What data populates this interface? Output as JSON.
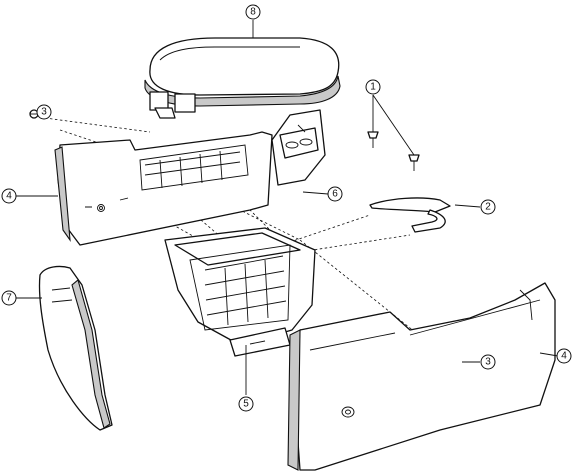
{
  "callouts": {
    "c1": "1",
    "c2": "2",
    "c3a": "3",
    "c3b": "3",
    "c4a": "4",
    "c4b": "4",
    "c5": "5",
    "c6": "6",
    "c7": "7",
    "c8": "8"
  },
  "colors": {
    "line": "#111111",
    "shade": "#c9c9c9",
    "background": "#ffffff"
  }
}
